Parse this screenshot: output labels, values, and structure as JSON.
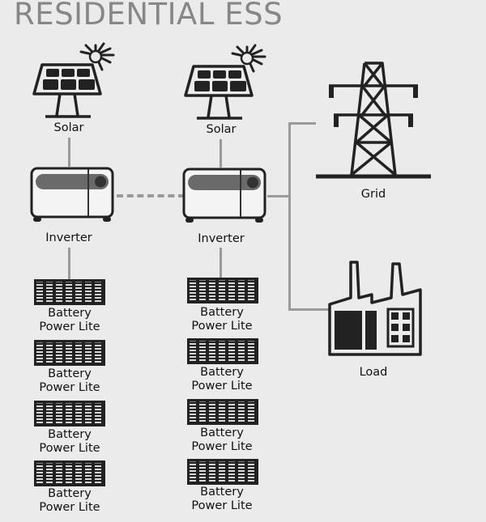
{
  "title": "RESIDENTIAL ESS",
  "solar_left": {
    "label": "Solar"
  },
  "solar_right": {
    "label": "Solar"
  },
  "inverter_left": {
    "label": "Inverter"
  },
  "inverter_right": {
    "label": "Inverter"
  },
  "grid": {
    "label": "Grid"
  },
  "load": {
    "label": "Load"
  },
  "batteries_left": [
    {
      "line1": "Battery",
      "line2": "Power Lite"
    },
    {
      "line1": "Battery",
      "line2": "Power Lite"
    },
    {
      "line1": "Battery",
      "line2": "Power Lite"
    },
    {
      "line1": "Battery",
      "line2": "Power Lite"
    }
  ],
  "batteries_right": [
    {
      "line1": "Battery",
      "line2": "Power Lite"
    },
    {
      "line1": "Battery",
      "line2": "Power Lite"
    },
    {
      "line1": "Battery",
      "line2": "Power Lite"
    },
    {
      "line1": "Battery",
      "line2": "Power Lite"
    }
  ],
  "colors": {
    "background": "#ebebeb",
    "title": "#878787",
    "connector": "#9a9a9a",
    "icon": "#222222"
  }
}
